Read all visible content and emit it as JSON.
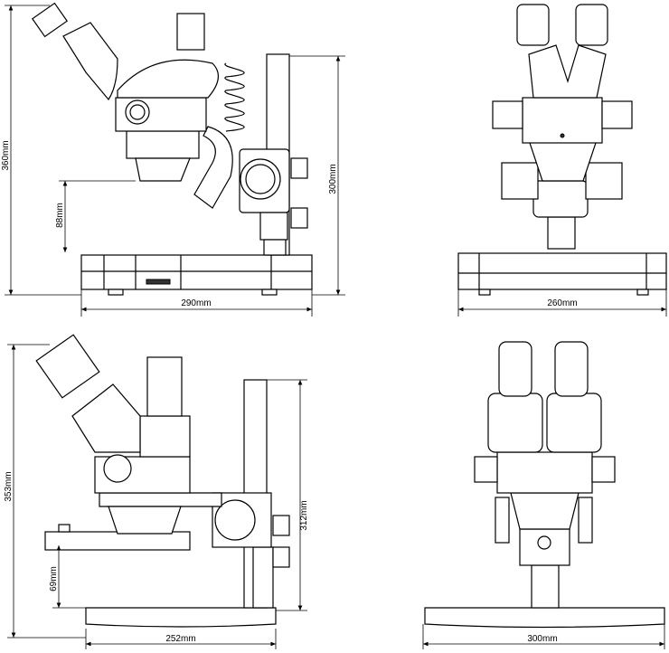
{
  "views": {
    "side_trinocular": {
      "height": "360mm",
      "stage_height": "88mm",
      "width": "290mm",
      "pillar_height": "300mm"
    },
    "front_trinocular": {
      "width": "260mm"
    },
    "side_boom": {
      "height": "353mm",
      "stage_height": "69mm",
      "pillar_height": "312mm",
      "width": "252mm"
    },
    "front_boom": {
      "width": "300mm"
    }
  }
}
